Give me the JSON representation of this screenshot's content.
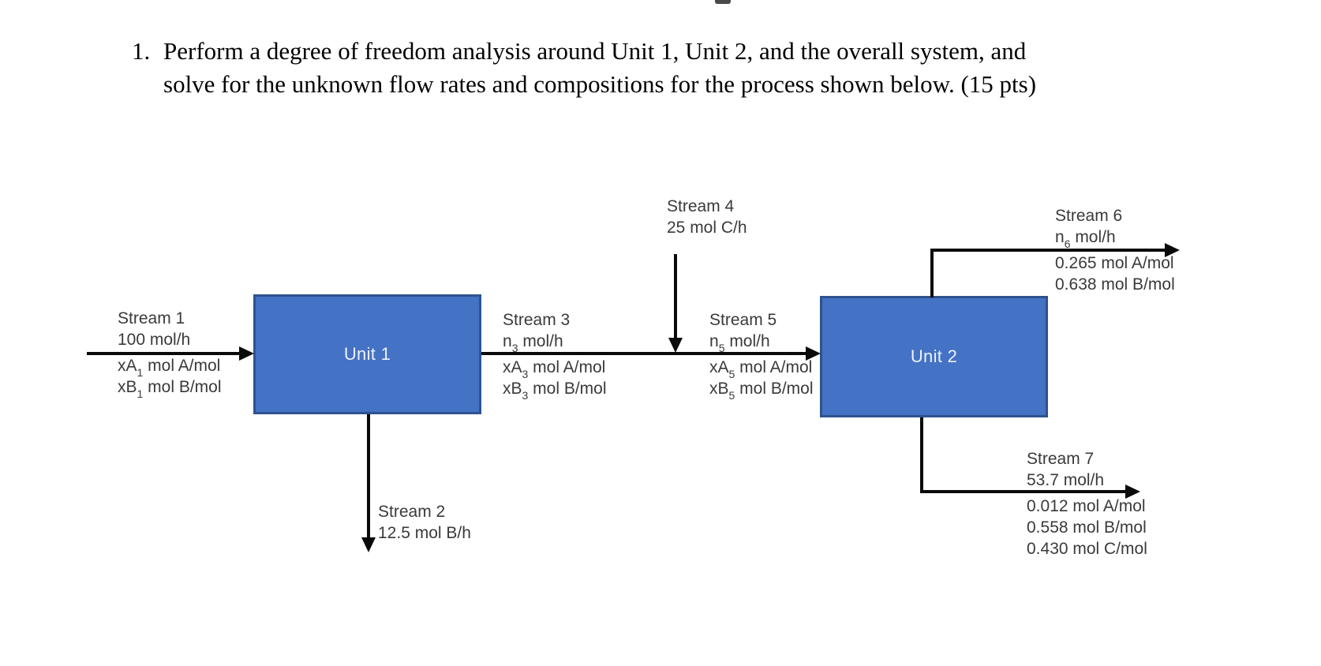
{
  "problem": {
    "number": "1.",
    "line1": "Perform a degree of freedom analysis around Unit 1, Unit 2, and the overall system, and",
    "line2": "solve for the unknown flow rates and compositions for the process shown below. (15 pts)"
  },
  "units": {
    "unit1": {
      "label": "Unit 1"
    },
    "unit2": {
      "label": "Unit 2"
    }
  },
  "streams": {
    "s1": {
      "title": "Stream 1",
      "flow": "100 mol/h",
      "compA": {
        "pre": "xA",
        "sub": "1",
        "post": " mol A/mol"
      },
      "compB": {
        "pre": "xB",
        "sub": "1",
        "post": " mol B/mol"
      }
    },
    "s2": {
      "title": "Stream 2",
      "flow": "12.5 mol B/h"
    },
    "s3": {
      "title": "Stream 3",
      "flow": {
        "pre": "n",
        "sub": "3",
        "post": " mol/h"
      },
      "compA": {
        "pre": "xA",
        "sub": "3",
        "post": " mol A/mol"
      },
      "compB": {
        "pre": "xB",
        "sub": "3",
        "post": " mol B/mol"
      }
    },
    "s4": {
      "title": "Stream 4",
      "flow": "25 mol C/h"
    },
    "s5": {
      "title": "Stream 5",
      "flow": {
        "pre": "n",
        "sub": "5",
        "post": " mol/h"
      },
      "compA": {
        "pre": "xA",
        "sub": "5",
        "post": " mol A/mol"
      },
      "compB": {
        "pre": "xB",
        "sub": "5",
        "post": " mol B/mol"
      }
    },
    "s6": {
      "title": "Stream 6",
      "flow": {
        "pre": "n",
        "sub": "6",
        "post": " mol/h"
      },
      "compA": "0.265 mol A/mol",
      "compB": "0.638 mol B/mol"
    },
    "s7": {
      "title": "Stream 7",
      "flow": "53.7 mol/h",
      "compA": "0.012 mol A/mol",
      "compB": "0.558 mol B/mol",
      "compC": "0.430 mol C/mol"
    }
  },
  "colors": {
    "unit_fill": "#4472C4",
    "unit_border": "#2F528F",
    "arrow": "#0A0A0A",
    "label_text": "#3A3A3A",
    "title_text": "#020202",
    "background": "#FFFFFF"
  }
}
